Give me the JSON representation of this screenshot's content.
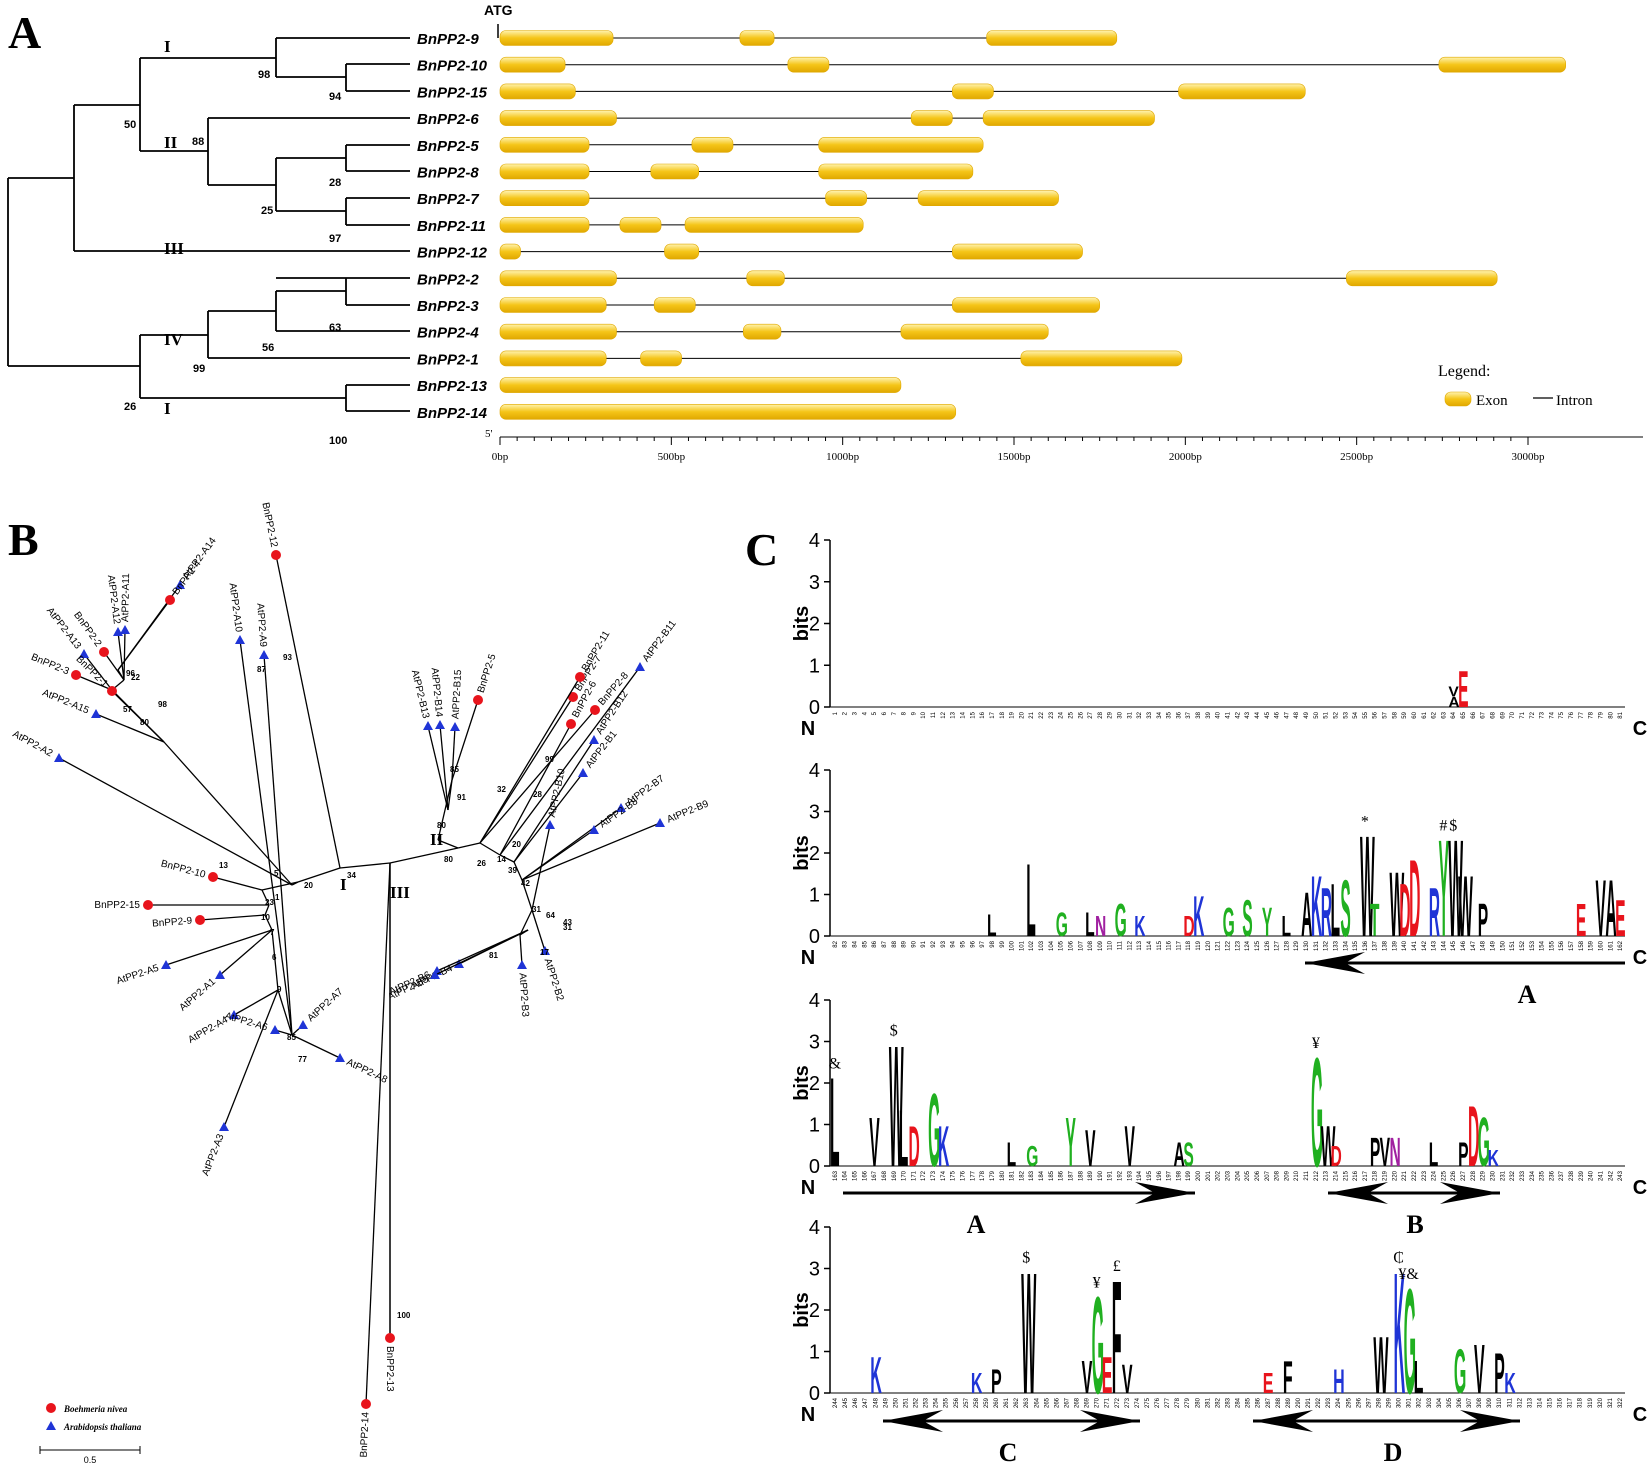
{
  "panels": {
    "a": {
      "letter": "A",
      "atg": "ATG",
      "five_prime": "5'",
      "genes": [
        {
          "name": "BnPP2-9",
          "exons": [
            [
              0,
              330
            ],
            [
              700,
              800
            ],
            [
              1420,
              1800
            ]
          ]
        },
        {
          "name": "BnPP2-10",
          "exons": [
            [
              0,
              190
            ],
            [
              840,
              960
            ],
            [
              2740,
              3110
            ]
          ]
        },
        {
          "name": "BnPP2-15",
          "exons": [
            [
              0,
              220
            ],
            [
              1320,
              1440
            ],
            [
              1980,
              2350
            ]
          ]
        },
        {
          "name": "BnPP2-6",
          "exons": [
            [
              0,
              340
            ],
            [
              1200,
              1320
            ],
            [
              1410,
              1910
            ]
          ]
        },
        {
          "name": "BnPP2-5",
          "exons": [
            [
              0,
              260
            ],
            [
              560,
              680
            ],
            [
              930,
              1410
            ]
          ]
        },
        {
          "name": "BnPP2-8",
          "exons": [
            [
              0,
              260
            ],
            [
              440,
              580
            ],
            [
              930,
              1380
            ]
          ]
        },
        {
          "name": "BnPP2-7",
          "exons": [
            [
              0,
              260
            ],
            [
              950,
              1070
            ],
            [
              1220,
              1630
            ]
          ]
        },
        {
          "name": "BnPP2-11",
          "exons": [
            [
              0,
              260
            ],
            [
              350,
              470
            ],
            [
              540,
              1060
            ]
          ]
        },
        {
          "name": "BnPP2-12",
          "exons": [
            [
              0,
              60
            ],
            [
              480,
              580
            ],
            [
              1320,
              1700
            ]
          ]
        },
        {
          "name": "BnPP2-2",
          "exons": [
            [
              0,
              340
            ],
            [
              720,
              830
            ],
            [
              2470,
              2910
            ]
          ]
        },
        {
          "name": "BnPP2-3",
          "exons": [
            [
              0,
              310
            ],
            [
              450,
              570
            ],
            [
              1320,
              1750
            ]
          ]
        },
        {
          "name": "BnPP2-4",
          "exons": [
            [
              0,
              340
            ],
            [
              710,
              820
            ],
            [
              1170,
              1600
            ]
          ]
        },
        {
          "name": "BnPP2-1",
          "exons": [
            [
              0,
              310
            ],
            [
              410,
              530
            ],
            [
              1520,
              1990
            ]
          ]
        },
        {
          "name": "BnPP2-13",
          "exons": [
            [
              0,
              1170
            ]
          ]
        },
        {
          "name": "BnPP2-14",
          "exons": [
            [
              0,
              1330
            ]
          ]
        }
      ],
      "groups": [
        "I",
        "II",
        "III",
        "IV",
        "I"
      ],
      "bootstrap": [
        "98",
        "94",
        "50",
        "88",
        "28",
        "25",
        "97",
        "63",
        "56",
        "99",
        "26",
        "100"
      ],
      "axis_ticks": [
        "0bp",
        "500bp",
        "1000bp",
        "1500bp",
        "2000bp",
        "2500bp",
        "3000bp"
      ],
      "legend": {
        "title": "Legend:",
        "exon": "Exon",
        "intron": "Intron"
      },
      "exon_color": "#f5c518"
    },
    "b": {
      "letter": "B",
      "groups": [
        "I",
        "II",
        "III"
      ],
      "legend": {
        "species1": "Boehmeria nivea",
        "species2": "Arabidopsis thaliana",
        "scale": "0.5"
      },
      "species1_color": "#e8141c",
      "species2_color": "#1f34d6",
      "leaves": [
        {
          "name": "BnPP2-12",
          "sp": 1
        },
        {
          "name": "AtPP2-A9",
          "sp": 2
        },
        {
          "name": "AtPP2-A10",
          "sp": 2
        },
        {
          "name": "AtPP2-A14",
          "sp": 2
        },
        {
          "name": "BnPP2-4",
          "sp": 1
        },
        {
          "name": "AtPP2-A11",
          "sp": 2
        },
        {
          "name": "AtPP2-A12",
          "sp": 2
        },
        {
          "name": "BnPP2-2",
          "sp": 1
        },
        {
          "name": "AtPP2-A13",
          "sp": 2
        },
        {
          "name": "BnPP2-3",
          "sp": 1
        },
        {
          "name": "BnPP2-1",
          "sp": 1
        },
        {
          "name": "AtPP2-A15",
          "sp": 2
        },
        {
          "name": "AtPP2-A2",
          "sp": 2
        },
        {
          "name": "BnPP2-10",
          "sp": 1
        },
        {
          "name": "BnPP2-15",
          "sp": 1
        },
        {
          "name": "BnPP2-9",
          "sp": 1
        },
        {
          "name": "AtPP2-A5",
          "sp": 2
        },
        {
          "name": "AtPP2-A1",
          "sp": 2
        },
        {
          "name": "AtPP2-A4",
          "sp": 2
        },
        {
          "name": "AtPP2-A6",
          "sp": 2
        },
        {
          "name": "AtPP2-A7",
          "sp": 2
        },
        {
          "name": "AtPP2-A8",
          "sp": 2
        },
        {
          "name": "AtPP2-A3",
          "sp": 2
        },
        {
          "name": "BnPP2-13",
          "sp": 1
        },
        {
          "name": "BnPP2-14",
          "sp": 1
        },
        {
          "name": "AtPP2-B13",
          "sp": 2
        },
        {
          "name": "AtPP2-B14",
          "sp": 2
        },
        {
          "name": "AtPP2-B15",
          "sp": 2
        },
        {
          "name": "BnPP2-5",
          "sp": 1
        },
        {
          "name": "BnPP2-7",
          "sp": 1
        },
        {
          "name": "BnPP2-11",
          "sp": 1
        },
        {
          "name": "BnPP2-8",
          "sp": 1
        },
        {
          "name": "AtPP2-B11",
          "sp": 2
        },
        {
          "name": "BnPP2-6",
          "sp": 1
        },
        {
          "name": "AtPP2-B12",
          "sp": 2
        },
        {
          "name": "AtPP2-B1",
          "sp": 2
        },
        {
          "name": "AtPP2-B7",
          "sp": 2
        },
        {
          "name": "AtPP2-B9",
          "sp": 2
        },
        {
          "name": "AtPP2-B8",
          "sp": 2
        },
        {
          "name": "AtPP2-B10",
          "sp": 2
        },
        {
          "name": "AtPP2-B2",
          "sp": 2
        },
        {
          "name": "AtPP2-B3",
          "sp": 2
        },
        {
          "name": "AtPP2-B4",
          "sp": 2
        },
        {
          "name": "AtPP2-B6",
          "sp": 2
        },
        {
          "name": "AtPP2-B5",
          "sp": 2
        }
      ],
      "bootstrap": [
        "93",
        "87",
        "98",
        "57",
        "80",
        "22",
        "96",
        "13",
        "5",
        "20",
        "34",
        "23",
        "1",
        "10",
        "7",
        "6",
        "9",
        "85",
        "77",
        "100",
        "80",
        "91",
        "85",
        "99",
        "32",
        "28",
        "20",
        "14",
        "39",
        "42",
        "31",
        "64",
        "43",
        "31",
        "17",
        "81",
        "26",
        "80"
      ]
    },
    "c": {
      "letter": "C",
      "y_label": "bits",
      "y_ticks": [
        "0",
        "1",
        "2",
        "3",
        "4"
      ],
      "n_label": "N",
      "c_label": "C",
      "rows": [
        {
          "range": [
            1,
            81
          ],
          "stacks": [
            [
              64,
              "VA",
              0.5
            ],
            [
              65,
              "E",
              0.9
            ]
          ]
        },
        {
          "range": [
            82,
            162
          ],
          "stacks": [
            [
              98,
              "L",
              0.55
            ],
            [
              102,
              "L",
              1.8
            ],
            [
              105,
              "G",
              0.6
            ],
            [
              108,
              "L",
              0.6
            ],
            [
              109,
              "N",
              0.5
            ],
            [
              111,
              "G",
              0.8
            ],
            [
              113,
              "K",
              0.5
            ],
            [
              118,
              "D",
              0.5
            ],
            [
              119,
              "K",
              1.0
            ],
            [
              122,
              "G",
              0.7
            ],
            [
              124,
              "S",
              0.9
            ],
            [
              126,
              "Y",
              0.7
            ],
            [
              128,
              "L",
              0.5
            ],
            [
              130,
              "A",
              1.1
            ],
            [
              131,
              "K",
              1.5
            ],
            [
              132,
              "R",
              1.2
            ],
            [
              133,
              "L",
              1.3
            ],
            [
              134,
              "S",
              1.4
            ],
            [
              136,
              "W",
              2.5
            ],
            [
              137,
              "T",
              0.8
            ],
            [
              139,
              "W",
              1.6
            ],
            [
              140,
              "D",
              1.3
            ],
            [
              141,
              "D",
              1.9
            ],
            [
              143,
              "R",
              1.2
            ],
            [
              144,
              "Y",
              2.4
            ],
            [
              145,
              "W",
              2.4
            ],
            [
              146,
              "W",
              1.5
            ],
            [
              148,
              "P",
              0.8
            ],
            [
              158,
              "E",
              0.8
            ],
            [
              160,
              "V",
              1.4
            ],
            [
              161,
              "A",
              1.4
            ],
            [
              162,
              "E",
              0.9
            ]
          ]
        },
        {
          "range": [
            163,
            243
          ],
          "stacks": [
            [
              163,
              "L",
              2.2
            ],
            [
              167,
              "V",
              1.2
            ],
            [
              169,
              "W",
              3.0
            ],
            [
              170,
              "L",
              1.4
            ],
            [
              171,
              "D",
              1.0
            ],
            [
              173,
              "G",
              1.8
            ],
            [
              174,
              "K",
              1.0
            ],
            [
              181,
              "L",
              0.6
            ],
            [
              183,
              "G",
              0.5
            ],
            [
              187,
              "Y",
              1.2
            ],
            [
              189,
              "V",
              0.9
            ],
            [
              193,
              "V",
              1.0
            ],
            [
              198,
              "A",
              0.6
            ],
            [
              199,
              "S",
              0.6
            ],
            [
              212,
              "G",
              2.7
            ],
            [
              213,
              "W",
              1.0
            ],
            [
              214,
              "D",
              0.5
            ],
            [
              218,
              "P",
              0.7
            ],
            [
              219,
              "V",
              0.7
            ],
            [
              220,
              "N",
              0.7
            ],
            [
              224,
              "L",
              0.6
            ],
            [
              227,
              "P",
              0.6
            ],
            [
              228,
              "D",
              1.5
            ],
            [
              229,
              "G",
              1.2
            ],
            [
              230,
              "K",
              0.4
            ]
          ]
        },
        {
          "range": [
            244,
            322
          ],
          "stacks": [
            [
              248,
              "K",
              0.9
            ],
            [
              258,
              "K",
              0.5
            ],
            [
              260,
              "P",
              0.6
            ],
            [
              263,
              "W",
              3.0
            ],
            [
              269,
              "V",
              0.8
            ],
            [
              270,
              "G",
              2.4
            ],
            [
              271,
              "E",
              0.9
            ],
            [
              272,
              "F",
              2.8
            ],
            [
              273,
              "V",
              0.7
            ],
            [
              287,
              "E",
              0.5
            ],
            [
              289,
              "F",
              0.8
            ],
            [
              294,
              "H",
              0.6
            ],
            [
              298,
              "W",
              1.4
            ],
            [
              300,
              "K",
              3.0
            ],
            [
              301,
              "G",
              2.6
            ],
            [
              302,
              "L",
              0.8
            ],
            [
              306,
              "G",
              1.1
            ],
            [
              308,
              "V",
              1.2
            ],
            [
              310,
              "P",
              1.0
            ],
            [
              311,
              "K",
              0.5
            ]
          ]
        }
      ],
      "row1_annotations": [
        {
          "after": 136,
          "sym": "*"
        },
        {
          "after": 144,
          "sym": "#"
        },
        {
          "after": 145,
          "sym": "$"
        }
      ],
      "row2_annotations": [
        {
          "after": 163,
          "sym": "&"
        },
        {
          "after": 169,
          "sym": "$"
        },
        {
          "after": 212,
          "sym": "¥"
        }
      ],
      "row3_annotations": [
        {
          "after": 263,
          "sym": "$"
        },
        {
          "after": 270,
          "sym": "¥"
        },
        {
          "after": 272,
          "sym": "£"
        },
        {
          "after": 300,
          "sym": "₵"
        },
        {
          "after": 301,
          "sym": "¥&"
        }
      ],
      "strands": [
        "A",
        "A",
        "B",
        "C",
        "D"
      ],
      "aa_colors": {
        "hydrophobic": "#000000",
        "polar": "#20b020",
        "basic": "#1f34d6",
        "acidic": "#e8141c",
        "amide": "#a020a0"
      }
    }
  }
}
